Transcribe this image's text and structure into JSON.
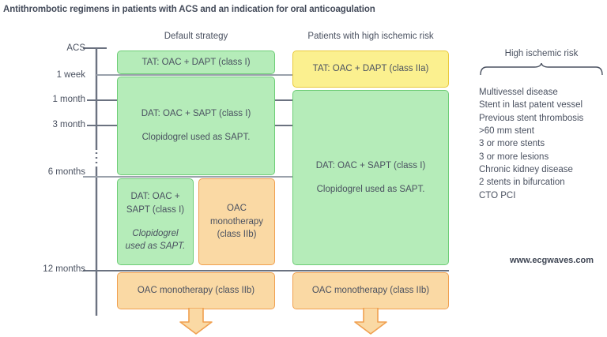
{
  "title": "Antithrombotic regimens in patients with ACS and an indication for oral anticoagulation",
  "columns": {
    "default": "Default strategy",
    "high_risk": "Patients with high ischemic risk"
  },
  "timeline": {
    "labels": [
      "ACS",
      "1 week",
      "1 month",
      "3 month",
      "6 months",
      "12 months"
    ],
    "acs": "ACS",
    "one_week": "1 week",
    "one_month": "1 month",
    "three_month": "3 month",
    "six_months": "6 months",
    "twelve_months": "12 months"
  },
  "default_strategy": {
    "tat": "TAT: OAC + DAPT (class I)",
    "dat_line1": "DAT: OAC + SAPT (class I)",
    "dat_line2": "Clopidogrel used as SAPT.",
    "dat_small_line1": "DAT: OAC +",
    "dat_small_line2": "SAPT (class I)",
    "dat_small_line3": "Clopidogrel",
    "dat_small_line4": "used as SAPT.",
    "oac_mono_line1": "OAC",
    "oac_mono_line2": "monotherapy",
    "oac_mono_line3": "(class IIb)",
    "oac_bottom": "OAC monotherapy (class IIb)"
  },
  "high_risk_strategy": {
    "tat": "TAT: OAC + DAPT (class IIa)",
    "dat_line1": "DAT: OAC + SAPT (class I)",
    "dat_line2": "Clopidogrel used as SAPT.",
    "oac_bottom": "OAC monotherapy (class IIb)"
  },
  "risk_panel": {
    "title": "High ischemic risk",
    "items": [
      "Multivessel disease",
      "Stent in last patent vessel",
      "Previous stent thrombosis",
      ">60 mm stent",
      "3 or more stents",
      "3 or more lesions",
      "Chronic kidney disease",
      "2 stents in bifurcation",
      "CTO PCI"
    ]
  },
  "watermark": "www.ecgwaves.com",
  "colors": {
    "green_fill": "#b5ecb9",
    "green_border": "#6dcd76",
    "orange_fill": "#fad9a4",
    "orange_border": "#f0a050",
    "yellow_fill": "#fbf08f",
    "yellow_border": "#e9c93c",
    "text": "#4a5160",
    "axis": "#6b7280"
  }
}
